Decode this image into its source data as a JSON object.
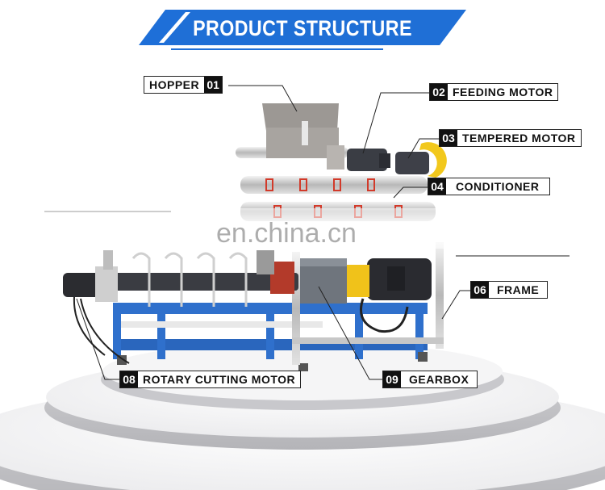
{
  "title": "PRODUCT STRUCTURE",
  "watermark": "en.china.cn",
  "labels": [
    {
      "num": "01",
      "text": "HOPPER"
    },
    {
      "num": "02",
      "text": "FEEDING MOTOR"
    },
    {
      "num": "03",
      "text": "TEMPERED MOTOR"
    },
    {
      "num": "04",
      "text": "CONDITIONER"
    },
    {
      "num": "06",
      "text": "FRAME"
    },
    {
      "num": "08",
      "text": "ROTARY CUTTING MOTOR"
    },
    {
      "num": "09",
      "text": "GEARBOX"
    }
  ],
  "colors": {
    "banner": "#1f6fd6",
    "frame": "#2a6fd0",
    "platform": "#d9d9db"
  }
}
